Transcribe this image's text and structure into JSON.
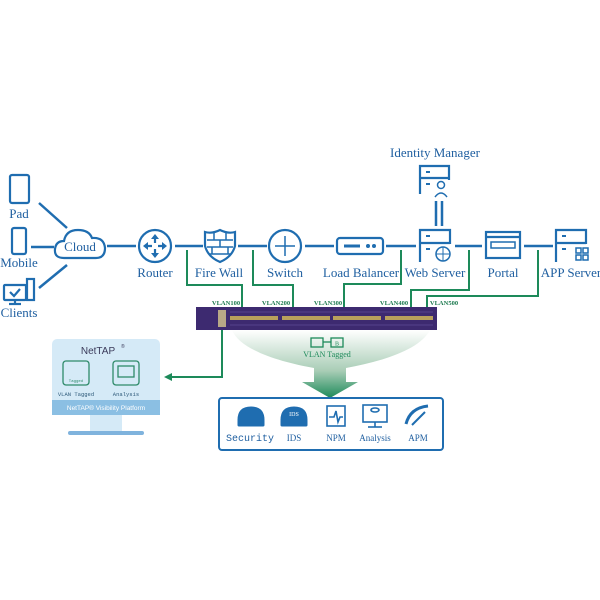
{
  "colors": {
    "blue": "#1f6db0",
    "green": "#1d8a5a",
    "device": "#3d2a70",
    "monitor": "#d5eaf7"
  },
  "endpoints": [
    {
      "label": "Pad",
      "icon": "tablet-icon"
    },
    {
      "label": "Mobile",
      "icon": "mobile-icon"
    },
    {
      "label": "Clients",
      "icon": "desktop-icon"
    }
  ],
  "cloud": {
    "label": "Cloud"
  },
  "chain": [
    {
      "label": "Router",
      "icon": "router-icon"
    },
    {
      "label": "Fire Wall",
      "icon": "firewall-icon"
    },
    {
      "label": "Switch",
      "icon": "switch-icon"
    },
    {
      "label": "Load Balancer",
      "icon": "load-balancer-icon"
    },
    {
      "label": "Web Server",
      "icon": "web-server-icon"
    },
    {
      "label": "Portal",
      "icon": "portal-icon"
    },
    {
      "label": "APP Server",
      "icon": "app-server-icon"
    }
  ],
  "identity": {
    "label": "Identity Manager"
  },
  "vlans": [
    "VLAN100",
    "VLAN200",
    "VLAN300",
    "VLAN400",
    "VLAN500"
  ],
  "vlan_tagged": {
    "label": "VLAN Tagged",
    "badge": "B"
  },
  "nettap": {
    "title": "NetTAP",
    "reg": "®",
    "item1": "VLAN Tagged",
    "item1_sub": "Tagged",
    "item2": "Analysis",
    "platform": "NetTAP® Visibility Platform"
  },
  "tools": [
    {
      "label": "Security",
      "icon": "security-appliance-icon"
    },
    {
      "label": "IDS",
      "icon": "ids-appliance-icon",
      "badge": "IDS"
    },
    {
      "label": "NPM",
      "icon": "npm-icon"
    },
    {
      "label": "Analysis",
      "icon": "analysis-icon"
    },
    {
      "label": "APM",
      "icon": "apm-gauge-icon"
    }
  ]
}
